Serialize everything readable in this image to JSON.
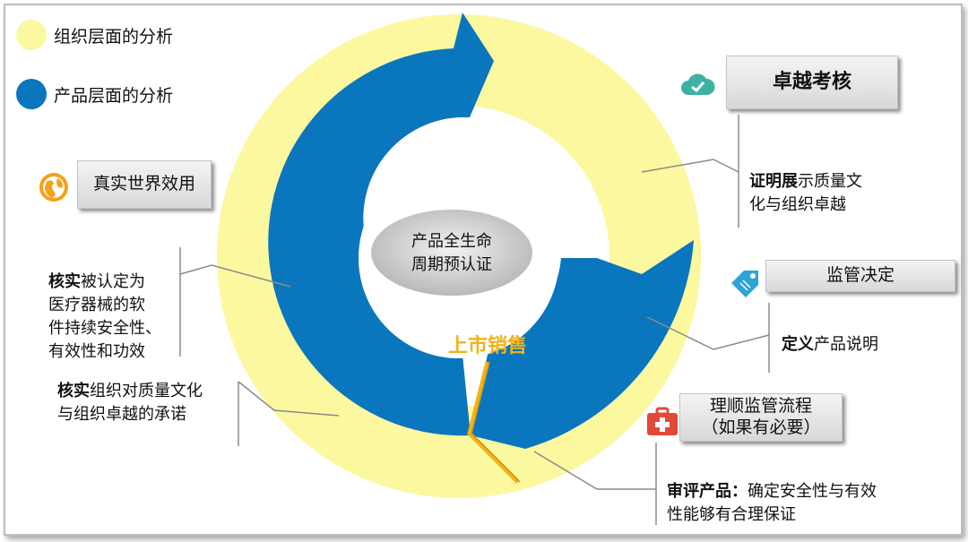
{
  "legend": {
    "org": {
      "label": "组织层面的分析",
      "color": "#fbf8a0"
    },
    "product": {
      "label": "产品层面的分析",
      "color": "#0a76bd"
    }
  },
  "center": {
    "line1": "产品全生命",
    "line2": "周期预认证"
  },
  "market_label": "上市销售",
  "boxes": {
    "excellence": "卓越考核",
    "real_world": "真实世界效用",
    "regulatory": "监管决定",
    "streamline_line1": "理顺监管流程",
    "streamline_line2": "（如果有必要）"
  },
  "notes": {
    "excellence_bold": "证明展",
    "excellence_rest1": "示质量文",
    "excellence_rest2": "化与组织卓越",
    "real_world_bold": "核实",
    "real_world_rest1": "被认定为",
    "real_world_line2": "医疗器械的软",
    "real_world_line3": "件持续安全性、",
    "real_world_line4": "有效性和功效",
    "commit_bold": "核实",
    "commit_rest1": "组织对质量文化",
    "commit_line2": "与组织卓越的承诺",
    "regulatory_bold": "定义",
    "regulatory_rest": "产品说明",
    "review_bold": "审评产品：",
    "review_rest1": "确定安全性与有效",
    "review_line2": "性能够有合理保证"
  },
  "icons": [
    "cloud-check-icon",
    "globe-icon",
    "tag-icon",
    "first-aid-kit-icon"
  ],
  "colors": {
    "yellow": "#fbf8a0",
    "blue": "#0a76bd",
    "gold": "#f2b21b",
    "center": "#cfcfcf"
  }
}
